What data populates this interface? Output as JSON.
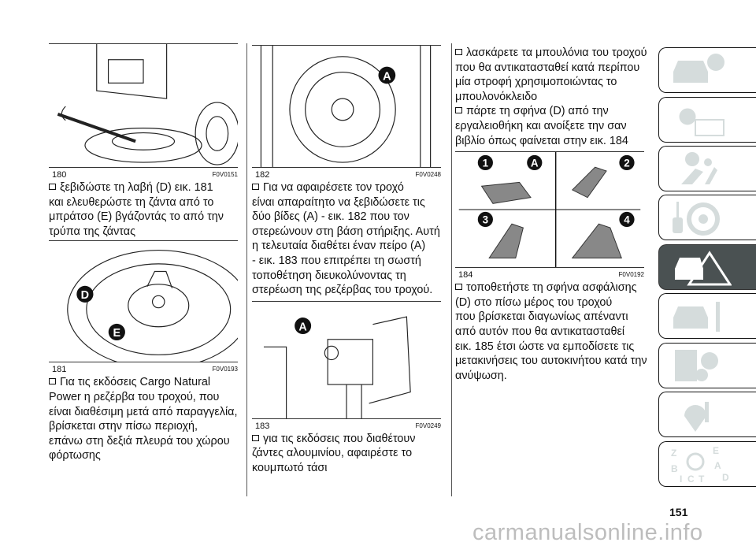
{
  "page_number": "151",
  "watermark": "carmanualsonline.info",
  "figures": {
    "f180": {
      "num": "180",
      "code": "F0V0151"
    },
    "f181": {
      "num": "181",
      "code": "F0V0193",
      "labels": [
        "D",
        "E"
      ]
    },
    "f182": {
      "num": "182",
      "code": "F0V0248",
      "labels": [
        "A"
      ]
    },
    "f183": {
      "num": "183",
      "code": "F0V0249",
      "labels": [
        "A"
      ]
    },
    "f184": {
      "num": "184",
      "code": "F0V0192",
      "labels": [
        "1",
        "A",
        "2",
        "3",
        "4"
      ]
    }
  },
  "paragraphs": {
    "p1": "ξεβιδώστε τη λαβή (D) εικ. 181\nκαι ελευθερώστε τη ζάντα από το\nμπράτσο (E) βγάζοντάς το από την\nτρύπα της ζάντας",
    "p2": "Για τις εκδόσεις Cargo Natural\nPower η ρεζέρβα του τροχού, που\nείναι διαθέσιμη μετά από παραγγελία,\nβρίσκεται στην πίσω περιοχή,\nεπάνω στη δεξιά πλευρά του χώρου\nφόρτωσης",
    "p3": "Για να αφαιρέσετε τον τροχό\nείναι απαραίτητο να ξεβιδώσετε τις\nδύο βίδες (A) - εικ. 182 που τον\nστερεώνουν στη βάση στήριξης. Αυτή\nη τελευταία διαθέτει έναν πείρο (A)\n- εικ. 183 που επιτρέπει τη σωστή\nτοποθέτηση διευκολύνοντας τη\nστερέωση της ρεζέρβας του τροχού.",
    "p4": "για τις εκδόσεις που διαθέτουν\nζάντες αλουμινίου, αφαιρέστε το\nκουμπωτό τάσι",
    "p5": "λασκάρετε τα μπουλόνια του τροχού\nπου θα αντικατασταθεί κατά περίπου\nμία στροφή χρησιμοποιώντας το\nμπουλονόκλειδο",
    "p6": "πάρτε τη σφήνα (D) από την\nεργαλειοθήκη και ανοίξετε την σαν\nβιβλίο όπως φαίνεται στην εικ. 184",
    "p7": "τοποθετήστε τη σφήνα ασφάλισης\n(D) στο πίσω μέρος του τροχού\nπου βρίσκεται διαγωνίως απέναντι\nαπό αυτόν που θα αντικατασταθεί\nεικ. 185 έτσι ώστε να εμποδίσετε τις\nμετακινήσεις του αυτοκινήτου κατά την\nανύψωση."
  },
  "tabs": [
    {
      "icon": "car-info-icon"
    },
    {
      "icon": "warning-light-message-icon"
    },
    {
      "icon": "airbag-seat-icon"
    },
    {
      "icon": "key-steering-wheel-icon"
    },
    {
      "icon": "emergency-triangle-icon",
      "active": true
    },
    {
      "icon": "car-maintenance-icon"
    },
    {
      "icon": "technical-data-icon"
    },
    {
      "icon": "multimedia-icon"
    },
    {
      "icon": "index-search-icon",
      "letters": [
        "Z",
        "E",
        "B",
        "A",
        "I",
        "C",
        "T",
        "D"
      ]
    }
  ],
  "colors": {
    "active_tab": "#4a5152",
    "tab_icon": "#d5dcdc",
    "text": "#111111"
  }
}
